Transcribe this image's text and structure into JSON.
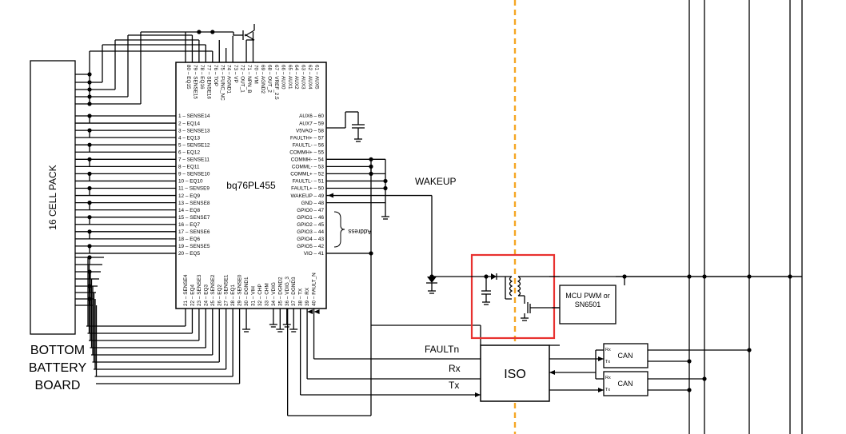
{
  "ic": {
    "name": "bq76PL455",
    "pins_left": [
      "1 – SENSE14",
      "2 – EQ14",
      "3 – SENSE13",
      "4 – EQ13",
      "5 – SENSE12",
      "6 – EQ12",
      "7 – SENSE11",
      "8 – EQ11",
      "9 – SENSE10",
      "10 – EQ10",
      "11 – SENSE9",
      "12 – EQ9",
      "13 – SENSE8",
      "14 – EQ8",
      "15 – SENSE7",
      "16 – EQ7",
      "17 – SENSE6",
      "18 – EQ6",
      "19 – SENSE5",
      "20 – EQ5"
    ],
    "pins_right": [
      "AUX6 – 60",
      "AUX7 – 59",
      "V5VAO – 58",
      "FAULTH+ – 57",
      "FAULTL- – 56",
      "COMMH+ – 55",
      "COMMH- – 54",
      "COMML- – 53",
      "COMML+ – 52",
      "FAULTL- – 51",
      "FAULTL+ – 50",
      "WAKEUP – 49",
      "GND – 48",
      "GPIO0 – 47",
      "GPIO1 – 46",
      "GPIO2 – 45",
      "GPIO3 – 44",
      "GPIO4 – 43",
      "GPIO5 – 42",
      "VIO – 41"
    ],
    "pins_top": [
      "80 – EQ15",
      "79 – SENSE15",
      "78 – EQ16",
      "77 – SENSE16",
      "76 – TOP",
      "75 – FUNC_NC",
      "74 – AGND1",
      "73 – VP",
      "72 – OUT_1",
      "71 – NPN_B",
      "70 – VM",
      "69 – AGND2",
      "68 – OUT_2",
      "67 – VREF_2.5",
      "66 – AUX0",
      "65 – AUX1",
      "64 – AUX2",
      "63 – AUX3",
      "62 – AUX4",
      "61 – AUX5"
    ],
    "pins_bottom": [
      "21 – SENSE4",
      "22 – EQ4",
      "23 – SENSE3",
      "24 – EQ3",
      "25 – SENSE2",
      "26 – EQ2",
      "27 – SENSE1",
      "28 – EQ1",
      "29 – SENSE0",
      "30 – DGND1",
      "31 – VIH",
      "32 – CHP",
      "33 – CHM",
      "34 – VDIG",
      "35 – DGND2",
      "36 – VDIG_3",
      "37 – DGND3",
      "38 – TX",
      "39 – RX",
      "40 – FAULT_N"
    ],
    "address_label": "Address"
  },
  "labels": {
    "cell_pack": "16 CELL PACK",
    "bottom_board_line1": "BOTTOM",
    "bottom_board_line2": "BATTERY",
    "bottom_board_line3": "BOARD",
    "wakeup": "WAKEUP",
    "faultn": "FAULTn",
    "rx": "Rx",
    "tx": "Tx",
    "iso": "ISO",
    "mcu_line1": "MCU PWM or",
    "mcu_line2": "SN6501",
    "can1": "CAN",
    "can2": "CAN",
    "can1_rx": "Rx",
    "can1_tx": "Tx",
    "can2_rx": "Rx",
    "can2_tx": "Tx"
  },
  "colors": {
    "isolation_barrier": "#f5a623",
    "highlight_box": "#e8312f"
  }
}
